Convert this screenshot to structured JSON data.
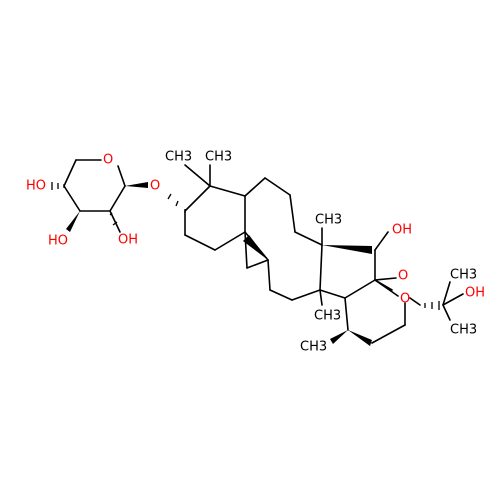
{
  "colors": {
    "bond": "#000000",
    "carbon_label": "#000000",
    "oxygen_label": "#ff0000",
    "background": "#ffffff"
  },
  "labels": {
    "ho_sugar_c4": "HO",
    "ring_o_sugar": "O",
    "ho_sugar_c3": "HO",
    "oh_sugar_c2": "OH",
    "glycosidic_o": "O",
    "me_c4a": "CH3",
    "me_c4b": "CH3",
    "oh_c16": "OH",
    "me_c18": "CH3",
    "epoxy_o1": "O",
    "epoxy_o2": "O",
    "oh_side": "OH",
    "me_side_a": "CH3",
    "me_side_b": "CH3",
    "me_c14": "CH3",
    "me_c20": "CH3"
  }
}
